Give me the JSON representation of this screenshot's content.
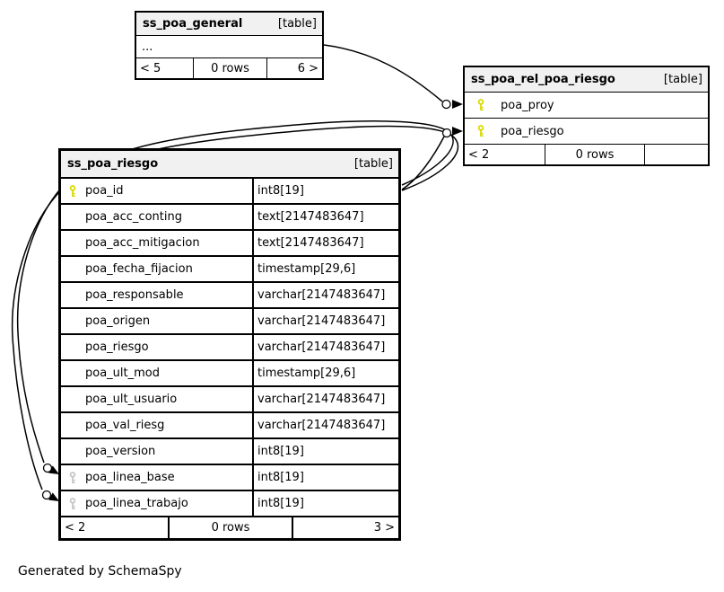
{
  "note": "Generated by SchemaSpy",
  "colors": {
    "header_bg": "#f1f1f1",
    "line": "#000000",
    "pk_key": "#d9d900",
    "fk_key": "#c6c6c6"
  },
  "icons": {
    "pk": "key-icon-primary",
    "fk": "key-icon-foreign"
  },
  "tables": [
    {
      "id": "ss_poa_general",
      "name": "ss_poa_general",
      "tag": "[table]",
      "columns": [
        {
          "name": "...",
          "type": null,
          "key": null
        }
      ],
      "footer": [
        "< 5",
        "0 rows",
        "6 >"
      ]
    },
    {
      "id": "ss_poa_rel_poa_riesgo",
      "name": "ss_poa_rel_poa_riesgo",
      "tag": "[table]",
      "columns": [
        {
          "name": "poa_proy",
          "type": null,
          "key": "pk"
        },
        {
          "name": "poa_riesgo",
          "type": null,
          "key": "pk"
        }
      ],
      "footer": [
        "< 2",
        "0 rows",
        ""
      ]
    },
    {
      "id": "ss_poa_riesgo",
      "name": "ss_poa_riesgo",
      "tag": "[table]",
      "columns": [
        {
          "name": "poa_id",
          "type": "int8[19]",
          "key": "pk"
        },
        {
          "name": "poa_acc_conting",
          "type": "text[2147483647]",
          "key": null
        },
        {
          "name": "poa_acc_mitigacion",
          "type": "text[2147483647]",
          "key": null
        },
        {
          "name": "poa_fecha_fijacion",
          "type": "timestamp[29,6]",
          "key": null
        },
        {
          "name": "poa_responsable",
          "type": "varchar[2147483647]",
          "key": null
        },
        {
          "name": "poa_origen",
          "type": "varchar[2147483647]",
          "key": null
        },
        {
          "name": "poa_riesgo",
          "type": "varchar[2147483647]",
          "key": null
        },
        {
          "name": "poa_ult_mod",
          "type": "timestamp[29,6]",
          "key": null
        },
        {
          "name": "poa_ult_usuario",
          "type": "varchar[2147483647]",
          "key": null
        },
        {
          "name": "poa_val_riesg",
          "type": "varchar[2147483647]",
          "key": null
        },
        {
          "name": "poa_version",
          "type": "int8[19]",
          "key": null
        },
        {
          "name": "poa_linea_base",
          "type": "int8[19]",
          "key": "fk"
        },
        {
          "name": "poa_linea_trabajo",
          "type": "int8[19]",
          "key": "fk"
        }
      ],
      "footer": [
        "< 2",
        "0 rows",
        "3 >"
      ]
    }
  ],
  "relationships": [
    {
      "from": "ss_poa_general",
      "to": "ss_poa_rel_poa_riesgo.poa_proy"
    },
    {
      "from": "ss_poa_riesgo.poa_id",
      "to": "ss_poa_rel_poa_riesgo.poa_riesgo"
    },
    {
      "from": "ss_poa_riesgo.poa_id",
      "to": "ss_poa_riesgo.poa_linea_base"
    },
    {
      "from": "ss_poa_riesgo.poa_id",
      "to": "ss_poa_riesgo.poa_linea_trabajo"
    }
  ]
}
